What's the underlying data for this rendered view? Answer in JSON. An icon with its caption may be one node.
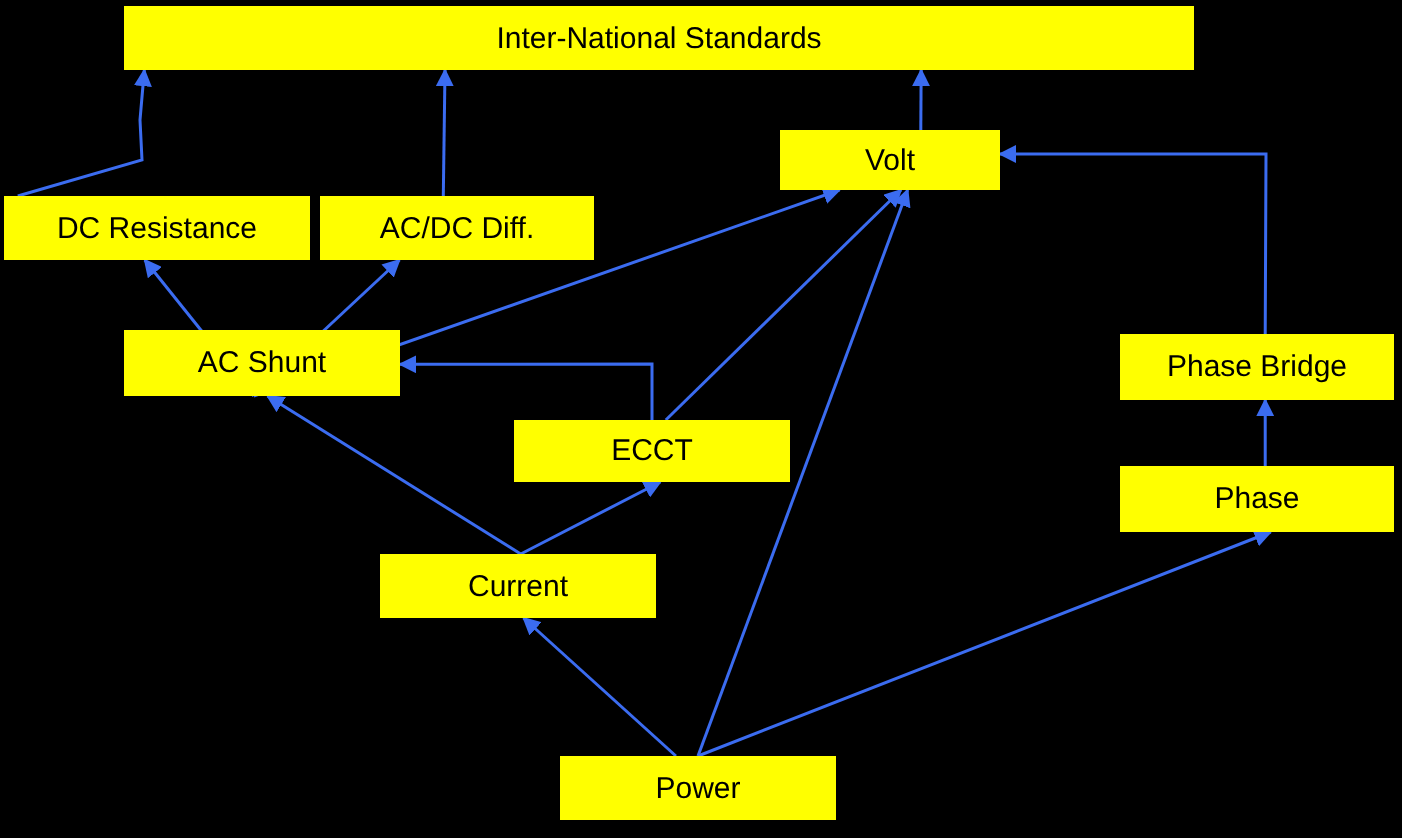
{
  "diagram": {
    "nodes": [
      {
        "text": [
          "Inter-National Standards"
        ]
      },
      {
        "text": [
          "Volt"
        ]
      },
      {
        "text": [
          "DC Resistance"
        ]
      },
      {
        "text": [
          "AC/DC Diff."
        ]
      },
      {
        "text": [
          "AC Shunt"
        ]
      },
      {
        "text": [
          "Phase Bridge"
        ]
      },
      {
        "text": [
          "ECCT"
        ]
      },
      {
        "text": [
          "Phase"
        ]
      },
      {
        "text": [
          "Current"
        ]
      },
      {
        "text": [
          "Power"
        ]
      }
    ],
    "edges": [
      {
        "from": 2,
        "to": 0,
        "arrow": "to"
      },
      {
        "from": 3,
        "to": 0,
        "arrow": "to"
      },
      {
        "from": 1,
        "to": 0,
        "arrow": "to"
      },
      {
        "from": 4,
        "to": 2,
        "arrow": "to"
      },
      {
        "from": 4,
        "to": 3,
        "arrow": "to"
      },
      {
        "from": 4,
        "to": 1,
        "arrow": "to"
      },
      {
        "from": 6,
        "to": 4,
        "arrow": "to"
      },
      {
        "from": 6,
        "to": 1,
        "arrow": "to"
      },
      {
        "from": 8,
        "to": 4,
        "arrow": "to"
      },
      {
        "from": 8,
        "to": 6,
        "arrow": "to"
      },
      {
        "from": 9,
        "to": 8,
        "arrow": "to"
      },
      {
        "from": 9,
        "to": 1,
        "arrow": "to"
      },
      {
        "from": 9,
        "to": 7,
        "arrow": "to"
      },
      {
        "from": 7,
        "to": 5,
        "arrow": "to"
      },
      {
        "from": 5,
        "to": 1,
        "arrow": "to"
      }
    ]
  }
}
